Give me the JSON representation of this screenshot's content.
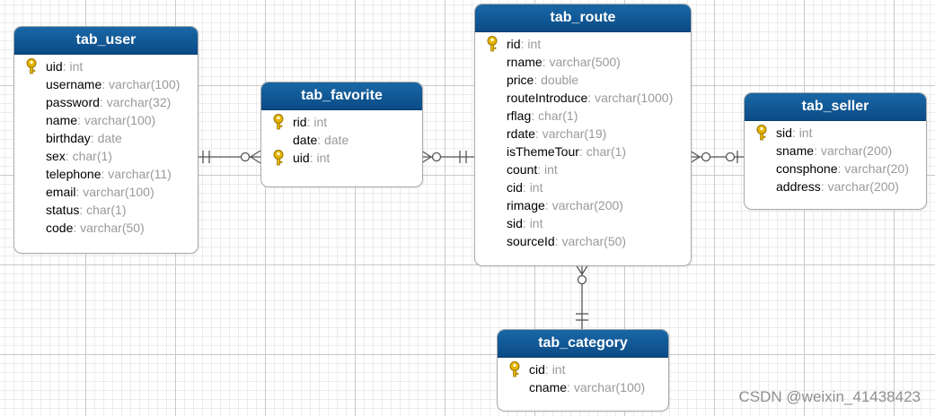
{
  "colors": {
    "header": "#0a4b86",
    "type_text": "#9a9a9a",
    "line": "#555555",
    "key": "#e4b400"
  },
  "tables": [
    {
      "id": "tab_user",
      "title": "tab_user",
      "fields": [
        {
          "name": "uid",
          "type": "int",
          "pk": true
        },
        {
          "name": "username",
          "type": "varchar(100)"
        },
        {
          "name": "password",
          "type": "varchar(32)"
        },
        {
          "name": "name",
          "type": "varchar(100)"
        },
        {
          "name": "birthday",
          "type": "date"
        },
        {
          "name": "sex",
          "type": "char(1)"
        },
        {
          "name": "telephone",
          "type": "varchar(11)"
        },
        {
          "name": "email",
          "type": "varchar(100)"
        },
        {
          "name": "status",
          "type": "char(1)"
        },
        {
          "name": "code",
          "type": "varchar(50)"
        }
      ]
    },
    {
      "id": "tab_favorite",
      "title": "tab_favorite",
      "fields": [
        {
          "name": "rid",
          "type": "int",
          "pk": true
        },
        {
          "name": "date",
          "type": "date"
        },
        {
          "name": "uid",
          "type": "int",
          "pk": true
        }
      ]
    },
    {
      "id": "tab_route",
      "title": "tab_route",
      "fields": [
        {
          "name": "rid",
          "type": "int",
          "pk": true
        },
        {
          "name": "rname",
          "type": "varchar(500)"
        },
        {
          "name": "price",
          "type": "double"
        },
        {
          "name": "routeIntroduce",
          "type": "varchar(1000)"
        },
        {
          "name": "rflag",
          "type": "char(1)"
        },
        {
          "name": "rdate",
          "type": "varchar(19)"
        },
        {
          "name": "isThemeTour",
          "type": "char(1)"
        },
        {
          "name": "count",
          "type": "int"
        },
        {
          "name": "cid",
          "type": "int"
        },
        {
          "name": "rimage",
          "type": "varchar(200)"
        },
        {
          "name": "sid",
          "type": "int"
        },
        {
          "name": "sourceId",
          "type": "varchar(50)"
        }
      ]
    },
    {
      "id": "tab_seller",
      "title": "tab_seller",
      "fields": [
        {
          "name": "sid",
          "type": "int",
          "pk": true
        },
        {
          "name": "sname",
          "type": "varchar(200)"
        },
        {
          "name": "consphone",
          "type": "varchar(20)"
        },
        {
          "name": "address",
          "type": "varchar(200)"
        }
      ]
    },
    {
      "id": "tab_category",
      "title": "tab_category",
      "fields": [
        {
          "name": "cid",
          "type": "int",
          "pk": true
        },
        {
          "name": "cname",
          "type": "varchar(100)"
        }
      ]
    }
  ],
  "relationships": [
    {
      "from": "tab_user",
      "to": "tab_favorite",
      "from_end": "one-and-only-one",
      "to_end": "zero-or-many"
    },
    {
      "from": "tab_route",
      "to": "tab_favorite",
      "from_end": "one-and-only-one",
      "to_end": "zero-or-many"
    },
    {
      "from": "tab_seller",
      "to": "tab_route",
      "from_end": "zero-or-one",
      "to_end": "zero-or-many"
    },
    {
      "from": "tab_category",
      "to": "tab_route",
      "from_end": "one-and-only-one",
      "to_end": "zero-or-many"
    }
  ],
  "watermark": "CSDN @weixin_41438423"
}
